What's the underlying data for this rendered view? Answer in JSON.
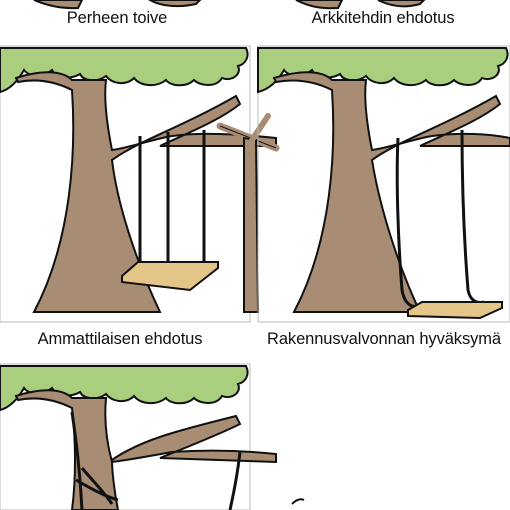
{
  "captions": [
    "Perheen toive",
    "Arkkitehdin ehdotus",
    "Ammattilaisen ehdotus",
    "Rakennusvalvonnan hyväksymä"
  ],
  "colors": {
    "trunk": "#a88c74",
    "foliage": "#a9cf7e",
    "seat": "#e4c788",
    "outline": "#111111"
  }
}
